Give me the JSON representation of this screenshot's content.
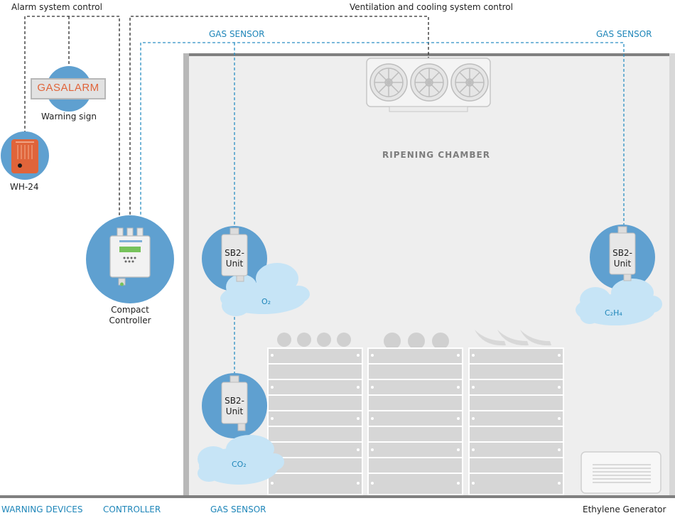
{
  "top_labels": {
    "alarm_control": "Alarm system control",
    "ventilation_control": "Ventilation and cooling system control",
    "gas_sensor_left": "GAS SENSOR",
    "gas_sensor_right": "GAS SENSOR"
  },
  "warning": {
    "sign_text": "GASALARM",
    "sign_caption": "Warning sign",
    "device_caption": "WH-24"
  },
  "controller": {
    "caption_line1": "Compact",
    "caption_line2": "Controller"
  },
  "chamber": {
    "title": "RIPENING CHAMBER"
  },
  "sensors": [
    {
      "line1": "SB2-",
      "line2": "Unit",
      "gas": "O₂"
    },
    {
      "line1": "SB2-",
      "line2": "Unit",
      "gas": "CO₂"
    },
    {
      "line1": "SB2-",
      "line2": "Unit",
      "gas": "C₂H₄"
    }
  ],
  "bottom_labels": {
    "warning_devices": "WARNING DEVICES",
    "controller": "CONTROLLER",
    "gas_sensor": "GAS SENSOR",
    "ethylene": "Ethylene Generator"
  },
  "colors": {
    "circle_blue": "#5fa0d0",
    "line_blue": "#2a8fc4",
    "cloud": "#c6e4f6",
    "chamber_bg": "#eeeeee",
    "wall": "#7f7f7f",
    "crate": "#d3d3d3",
    "alarm_orange": "#e0643a"
  },
  "icons": {
    "fan": "fan-icon",
    "fruit": "fruit-icon",
    "banana": "banana-icon",
    "alarm": "alarm-device-icon"
  }
}
